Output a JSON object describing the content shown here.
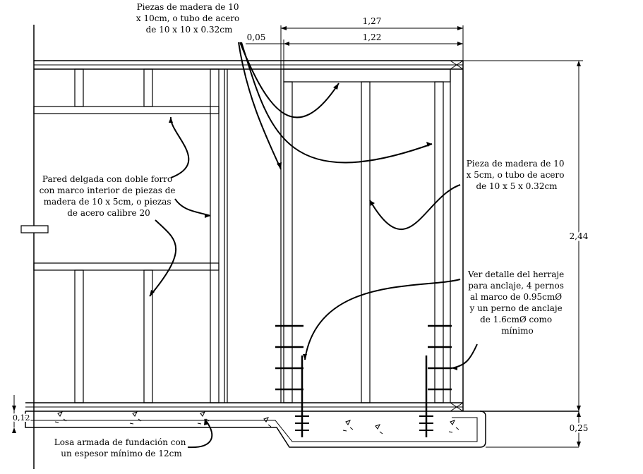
{
  "dimensions": {
    "width_total": "1,27",
    "width_inner": "1,22",
    "gap": "0,05",
    "height": "2,44",
    "slab_left": "0,12",
    "slab_right": "0,25"
  },
  "notes": {
    "top_pieces": [
      "Piezas de madera de 10",
      "x 10cm, o tubo de acero",
      "de 10 x 10 x 0.32cm"
    ],
    "thin_wall": [
      "Pared delgada con doble forro",
      "con marco interior de piezas de",
      "madera de 10 x 5cm, o piezas",
      "de acero calibre 20"
    ],
    "right_pieces": [
      "Pieza de madera de 10",
      "x 5cm, o tubo de acero",
      "de 10 x 5 x 0.32cm"
    ],
    "anchor_detail": [
      "Ver detalle del herraje",
      "para anclaje, 4 pernos",
      "al marco de 0.95cmØ",
      "y un perno de anclaje",
      "de 1.6cmØ como",
      "mínimo"
    ],
    "slab": [
      "Losa armada de fundación con",
      "un espesor mínimo de 12cm"
    ]
  }
}
